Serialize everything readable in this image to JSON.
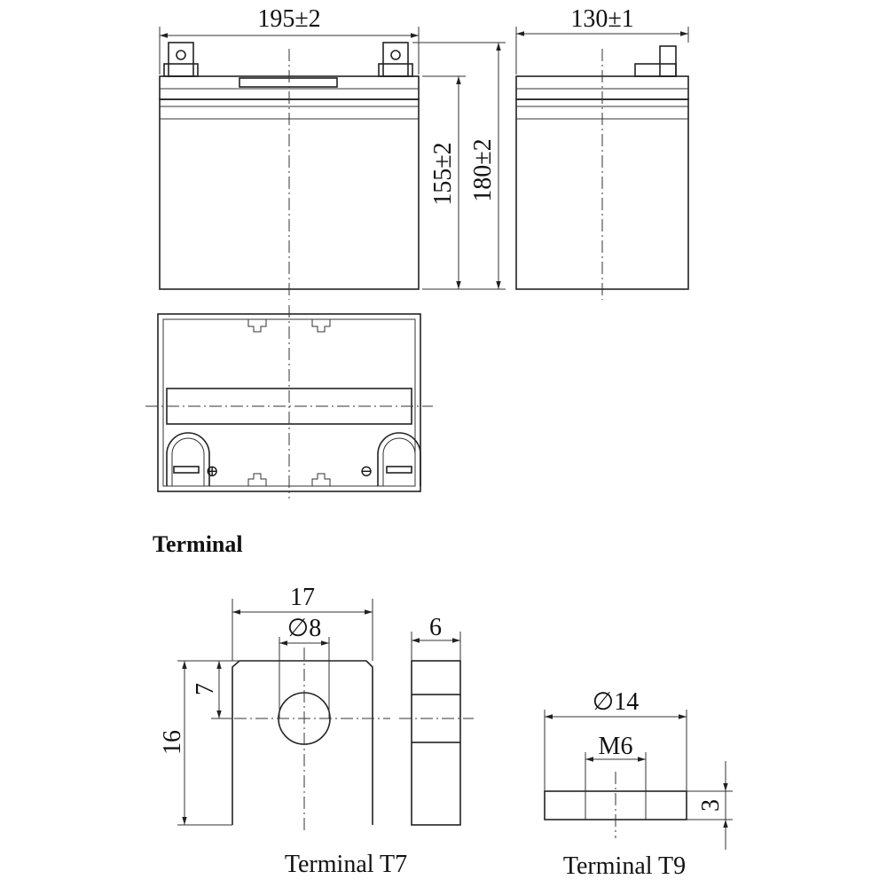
{
  "battery": {
    "front_view": {
      "width_label": "195±2",
      "overall_height_label": "180±2",
      "case_height_label": "155±2"
    },
    "side_view": {
      "depth_label": "130±1"
    },
    "top_view": {
      "positive_symbol": "⊕",
      "negative_symbol": "⊖"
    }
  },
  "terminal_section": {
    "heading": "Terminal",
    "t7": {
      "width_label": "17",
      "hole_label": "∅8",
      "hole_offset_label": "7",
      "height_label": "16",
      "thickness_label": "6",
      "caption": "Terminal T7"
    },
    "t9": {
      "diameter_label": "∅14",
      "thread_label": "M6",
      "height_label": "3",
      "caption": "Terminal T9"
    }
  }
}
